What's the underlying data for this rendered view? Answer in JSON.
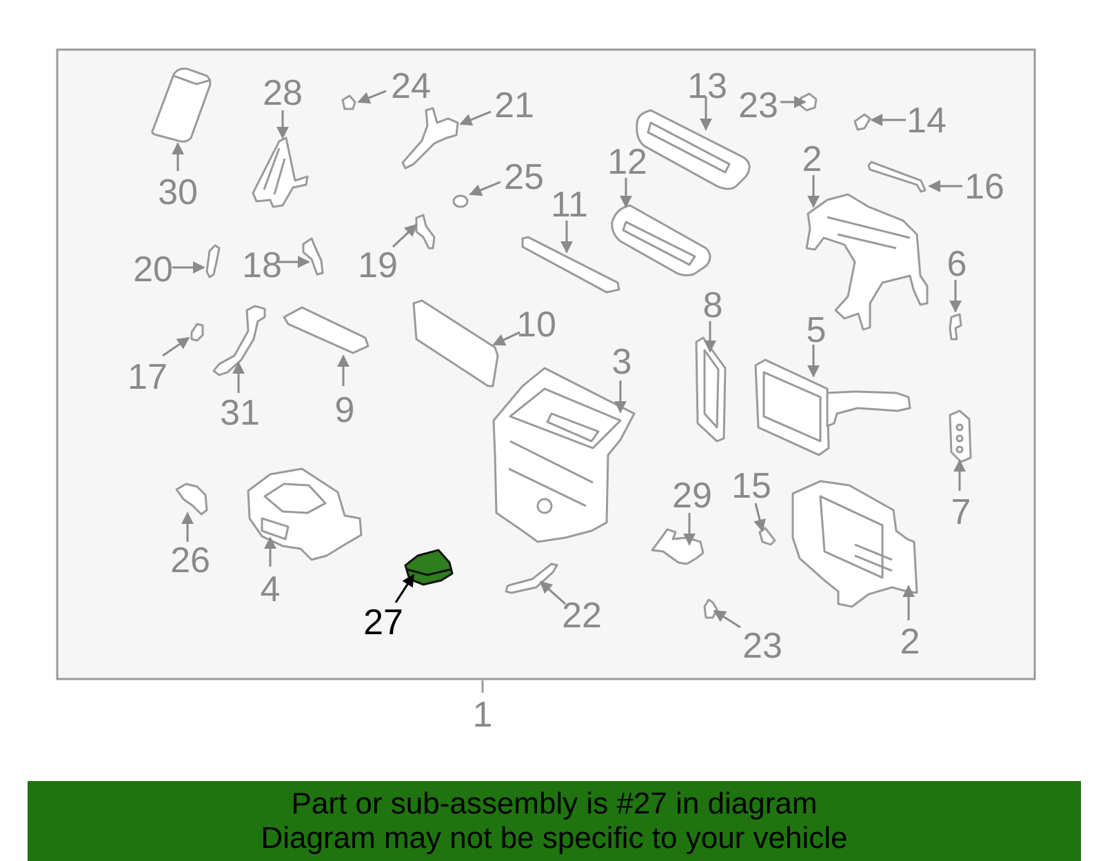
{
  "diagram": {
    "highlight_callout": "27",
    "highlight_color": "#2e7d1f",
    "callouts": [
      {
        "id": "c30",
        "label": "30",
        "part": "panel"
      },
      {
        "id": "c28",
        "label": "28",
        "part": "bracket"
      },
      {
        "id": "c24",
        "label": "24",
        "part": "clip"
      },
      {
        "id": "c21",
        "label": "21",
        "part": "lever"
      },
      {
        "id": "c13",
        "label": "13",
        "part": "frame"
      },
      {
        "id": "c23a",
        "label": "23",
        "part": "nut"
      },
      {
        "id": "c14",
        "label": "14",
        "part": "clip"
      },
      {
        "id": "c2a",
        "label": "2",
        "part": "case"
      },
      {
        "id": "c16",
        "label": "16",
        "part": "rod"
      },
      {
        "id": "c25",
        "label": "25",
        "part": "grommet"
      },
      {
        "id": "c12",
        "label": "12",
        "part": "frame"
      },
      {
        "id": "c11",
        "label": "11",
        "part": "seal"
      },
      {
        "id": "c20",
        "label": "20",
        "part": "clip"
      },
      {
        "id": "c18",
        "label": "18",
        "part": "clip"
      },
      {
        "id": "c19",
        "label": "19",
        "part": "clip"
      },
      {
        "id": "c6",
        "label": "6",
        "part": "clip"
      },
      {
        "id": "c8",
        "label": "8",
        "part": "seal"
      },
      {
        "id": "c10",
        "label": "10",
        "part": "door"
      },
      {
        "id": "c17",
        "label": "17",
        "part": "clip"
      },
      {
        "id": "c31",
        "label": "31",
        "part": "sensor"
      },
      {
        "id": "c9",
        "label": "9",
        "part": "door"
      },
      {
        "id": "c3",
        "label": "3",
        "part": "housing"
      },
      {
        "id": "c5",
        "label": "5",
        "part": "heater-core"
      },
      {
        "id": "c7",
        "label": "7",
        "part": "connector"
      },
      {
        "id": "c29",
        "label": "29",
        "part": "bracket"
      },
      {
        "id": "c15",
        "label": "15",
        "part": "clip"
      },
      {
        "id": "c26",
        "label": "26",
        "part": "sensor"
      },
      {
        "id": "c4",
        "label": "4",
        "part": "duct"
      },
      {
        "id": "c27",
        "label": "27",
        "part": "actuator"
      },
      {
        "id": "c22",
        "label": "22",
        "part": "rod"
      },
      {
        "id": "c23b",
        "label": "23",
        "part": "nut"
      },
      {
        "id": "c2b",
        "label": "2",
        "part": "case"
      },
      {
        "id": "c1",
        "label": "1",
        "part": "assembly"
      }
    ]
  },
  "banner": {
    "line1": "Part or sub-assembly is #27 in diagram",
    "line2": "Diagram may not be specific to your vehicle"
  }
}
